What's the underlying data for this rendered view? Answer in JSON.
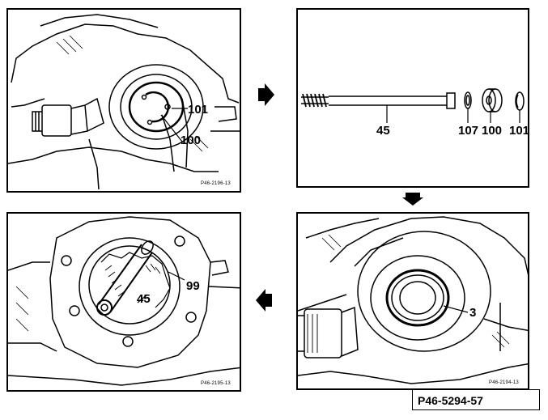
{
  "figure_id": "P46-5294-57",
  "panels": {
    "top_left": {
      "callouts": {
        "ring": "101",
        "cover": "100"
      },
      "ref": "P46-2196-13"
    },
    "top_right": {
      "callouts": {
        "shaft": "45",
        "washer": "107",
        "bushing": "100",
        "ring": "101"
      }
    },
    "bottom_right": {
      "callouts": {
        "seal": "3"
      },
      "ref": "P46-2194-13"
    },
    "bottom_left": {
      "callouts": {
        "tool": "45",
        "gear": "99"
      },
      "ref": "P46-2195-13"
    }
  }
}
